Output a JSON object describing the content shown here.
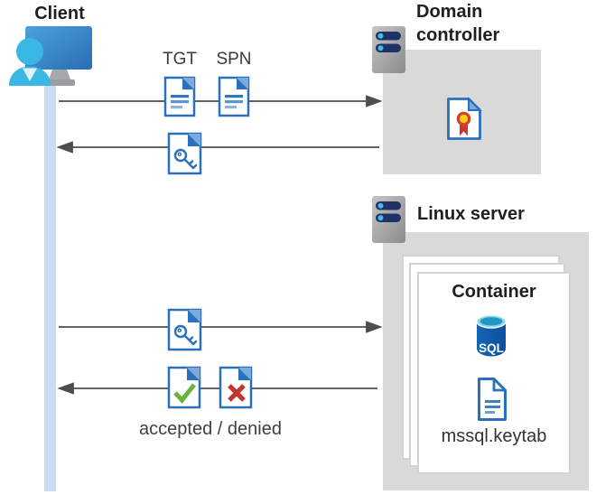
{
  "nodes": {
    "client": {
      "label": "Client"
    },
    "domain_controller": {
      "label_line1": "Domain",
      "label_line2": "controller"
    },
    "linux_server": {
      "label": "Linux server"
    },
    "container": {
      "label": "Container",
      "sql_badge": "SQL",
      "keytab_file": "mssql.keytab"
    }
  },
  "flow_labels": {
    "tgt": "TGT",
    "spn": "SPN",
    "accepted_denied": "accepted / denied"
  },
  "flows": [
    {
      "from": "client",
      "to": "domain-controller",
      "direction": "right",
      "artifacts": [
        "TGT document",
        "SPN document"
      ]
    },
    {
      "from": "domain-controller",
      "to": "client",
      "direction": "left",
      "artifacts": [
        "key ticket document"
      ]
    },
    {
      "from": "client",
      "to": "container",
      "direction": "right",
      "artifacts": [
        "key ticket document"
      ]
    },
    {
      "from": "container",
      "to": "client",
      "direction": "left",
      "artifacts": [
        "accepted document",
        "denied document"
      ]
    }
  ],
  "icons": {
    "client": "user-workstation-icon",
    "domain_controller": "server-icon",
    "linux_server": "server-icon",
    "certificate": "certificate-document-icon",
    "tgt": "document-icon",
    "spn": "document-icon",
    "ticket": "key-document-icon",
    "accepted": "check-document-icon",
    "denied": "x-document-icon",
    "sql": "sql-database-icon",
    "keytab": "keytab-document-icon"
  },
  "colors": {
    "doc_blue": "#2a70bd",
    "fold_light_blue": "#7ea9da",
    "lifeline_blue": "#c9def6",
    "box_gray": "#d9d9d9",
    "arrow_gray": "#4d4d4d",
    "check_green": "#68b53e",
    "deny_red": "#bf3732",
    "sql_blue": "#0d4f9e",
    "sql_cyan": "#7fd6ec",
    "person_cyan": "#3bb7e4",
    "server_bar_navy": "#1e3266"
  }
}
